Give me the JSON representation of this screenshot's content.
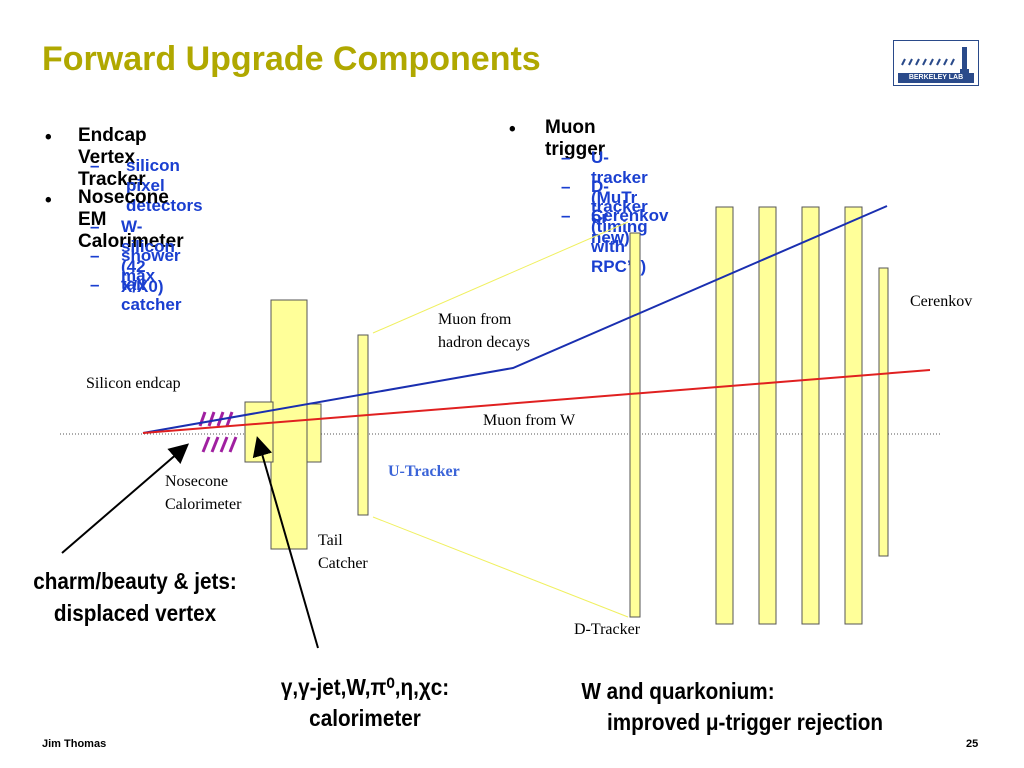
{
  "title": "Forward Upgrade Components",
  "logo": {
    "text": "BERKELEY LAB",
    "icon": "berkeley-lab-logo"
  },
  "left_list": {
    "items": [
      {
        "bullet": "•",
        "label": "Endcap Vertex Tracker",
        "subs": [
          {
            "dash": "–",
            "label": "silicon pixel detectors"
          }
        ]
      },
      {
        "bullet": "•",
        "label": "Nosecone EM Calorimeter",
        "subs": [
          {
            "dash": "–",
            "label": "W-silicon (42 X/X0)"
          },
          {
            "dash": "–",
            "label": "shower max"
          },
          {
            "dash": "–",
            "label": "tail catcher"
          }
        ]
      }
    ]
  },
  "right_list": {
    "items": [
      {
        "bullet": "•",
        "label": "Muon trigger",
        "subs": [
          {
            "dash": "–",
            "label": "U-tracker (MuTr or new)"
          },
          {
            "dash": "–",
            "label": "D-tracker (timing with RPC’s)"
          },
          {
            "dash": "–",
            "label": "Cerenkov"
          }
        ]
      }
    ]
  },
  "diagram": {
    "labels": {
      "silicon_endcap": "Silicon endcap",
      "muon_hadron_1": "Muon from",
      "muon_hadron_2": "hadron decays",
      "muon_w": "Muon from W",
      "u_tracker": "U-Tracker",
      "nosecone_1": "Nosecone",
      "nosecone_2": "Calorimeter",
      "tail_1": "Tail",
      "tail_2": "Catcher",
      "d_tracker": "D-Tracker",
      "cerenkov": "Cerenkov"
    },
    "colors": {
      "detector": "#ffff99",
      "track_blue": "#1a2fb0",
      "track_red": "#e02020",
      "vertex_hash": "#a020a0",
      "u_label": "#3b64d8"
    }
  },
  "callouts": {
    "charm_1": "charm/beauty & jets:",
    "charm_2": "displaced vertex",
    "gamma_line1": "γ,γ-jet,W,π⁰,η,χc:",
    "gamma_line2": "calorimeter",
    "w_1": "W and quarkonium:",
    "w_2": "improved μ-trigger rejection"
  },
  "footer": {
    "author": "Jim Thomas",
    "page": "25"
  }
}
